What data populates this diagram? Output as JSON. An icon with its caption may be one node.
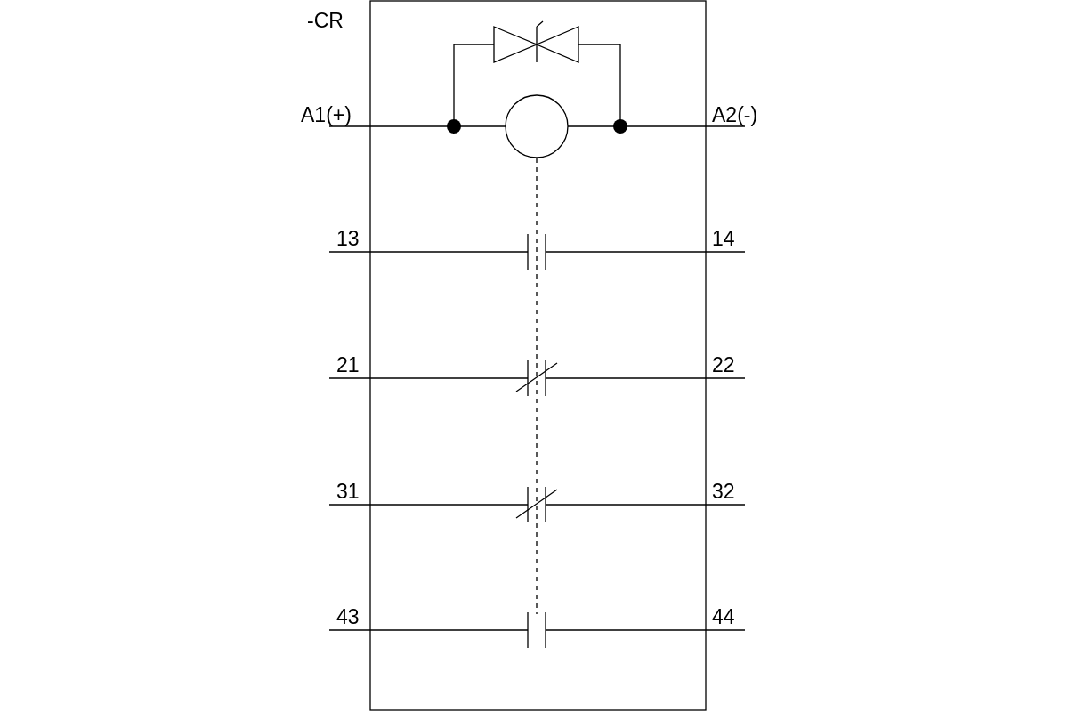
{
  "diagram": {
    "labels": [
      "-CR",
      "A1(+)",
      "A2(-)",
      "13",
      "14",
      "21",
      "22",
      "31",
      "32",
      "43",
      "44"
    ]
  }
}
